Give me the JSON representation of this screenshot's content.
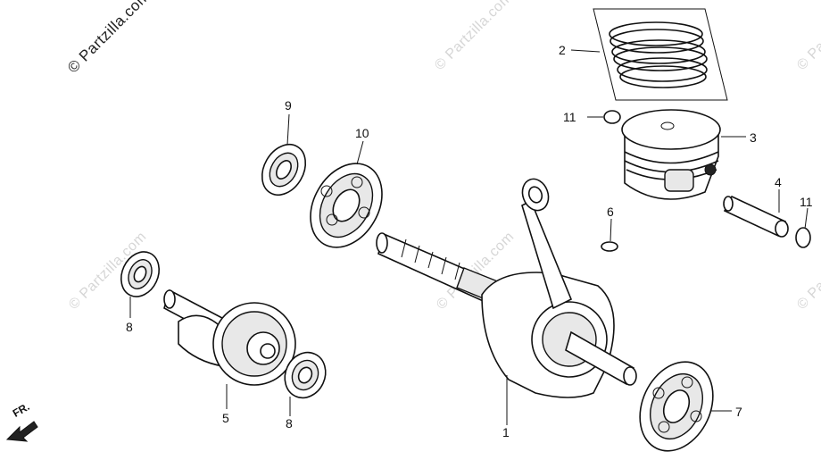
{
  "watermarks": {
    "primary": "© Partzilla.com",
    "repeat": "© Partzilla.com"
  },
  "labels": {
    "p1": "1",
    "p2": "2",
    "p3": "3",
    "p4": "4",
    "p5": "5",
    "p6": "6",
    "p7": "7",
    "p8a": "8",
    "p8b": "8",
    "p9": "9",
    "p10": "10",
    "p11a": "11",
    "p11b": "11"
  },
  "front_indicator": "FR."
}
